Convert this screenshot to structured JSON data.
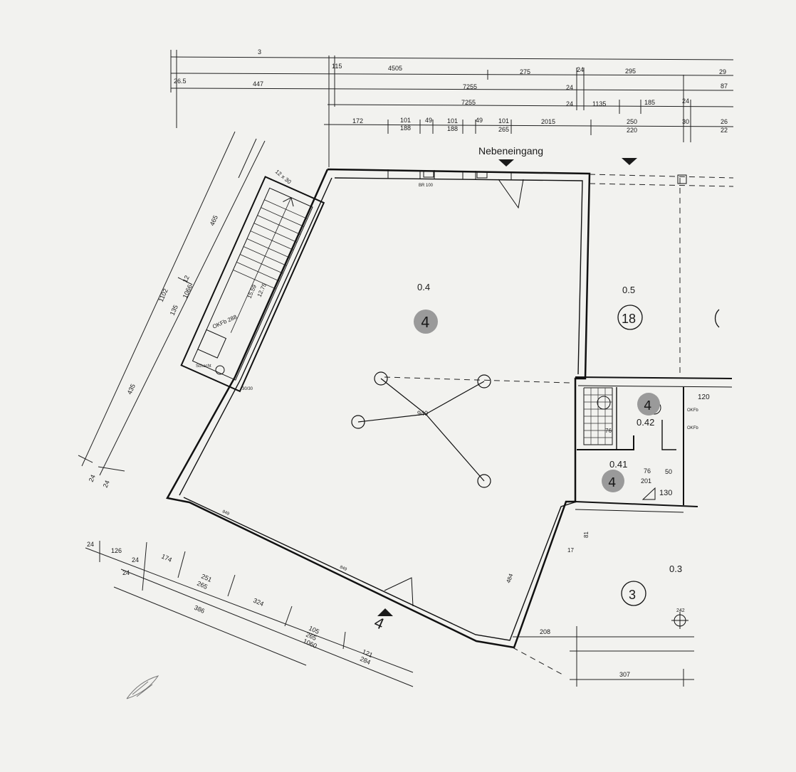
{
  "plan": {
    "entrance_label": "Nebeneingang",
    "rooms": [
      {
        "id": "main",
        "number": "0.4",
        "badge": "4",
        "area": "940"
      },
      {
        "id": "side",
        "number": "0.5",
        "badge": "18"
      },
      {
        "id": "small",
        "number": "0.42",
        "badge": "4"
      },
      {
        "id": "wc",
        "number": "0.41",
        "badge": "4"
      },
      {
        "id": "corner",
        "number": "0.3",
        "badge": "3"
      }
    ],
    "section_marker": "4",
    "top_dims": {
      "row1": [
        "3",
        "115",
        "4505",
        "275",
        "24",
        "295",
        "29"
      ],
      "row2": [
        "26.5",
        "447",
        "7255",
        "24",
        "87"
      ],
      "row3": [
        "7255",
        "24",
        "1135",
        "185",
        "24"
      ],
      "row4": [
        "172",
        "101",
        "188",
        "49",
        "101",
        "188",
        "49",
        "101",
        "265",
        "2015",
        "250",
        "220",
        "30",
        "26",
        "22"
      ]
    },
    "left_dims": [
      "465",
      "1102",
      "135",
      "1066",
      "435",
      "24",
      "24",
      "12"
    ],
    "bottom_dims": [
      "24",
      "126",
      "24",
      "174",
      "24",
      "251",
      "265",
      "324",
      "386",
      "105",
      "265",
      "1060",
      "121",
      "284"
    ],
    "right_dims": [
      "208",
      "307",
      "120",
      "76",
      "50",
      "201",
      "130"
    ],
    "stair_labels": [
      "15.59",
      "12.75",
      "OKFb 288",
      "Schacht",
      "30/30"
    ],
    "window_labels": [
      "BR 100",
      "849",
      "849",
      "484",
      "81"
    ],
    "misc_labels": [
      "12 x 30",
      "OKFb",
      "OKFb",
      "17",
      "242",
      "76"
    ]
  }
}
